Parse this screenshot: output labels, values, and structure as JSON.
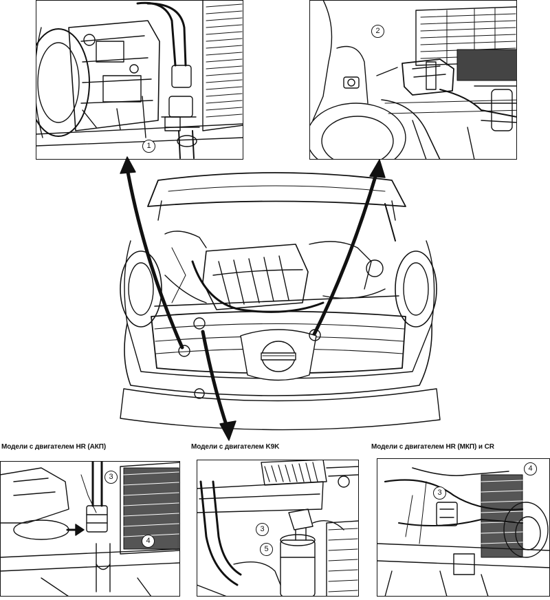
{
  "captions": {
    "hr_at": "Модели с двигателем HR (АКП)",
    "k9k": "Модели с двигателем K9K",
    "hr_mt_cr": "Модели с двигателем HR (МКП) и CR"
  },
  "callouts": {
    "top_left": "1",
    "top_right": "2",
    "hr_at_a": "3",
    "hr_at_b": "4",
    "k9k_a": "3",
    "k9k_b": "5",
    "hr_mt_a": "3",
    "hr_mt_b": "4"
  },
  "colors": {
    "ink": "#111111",
    "paper": "#ffffff"
  }
}
